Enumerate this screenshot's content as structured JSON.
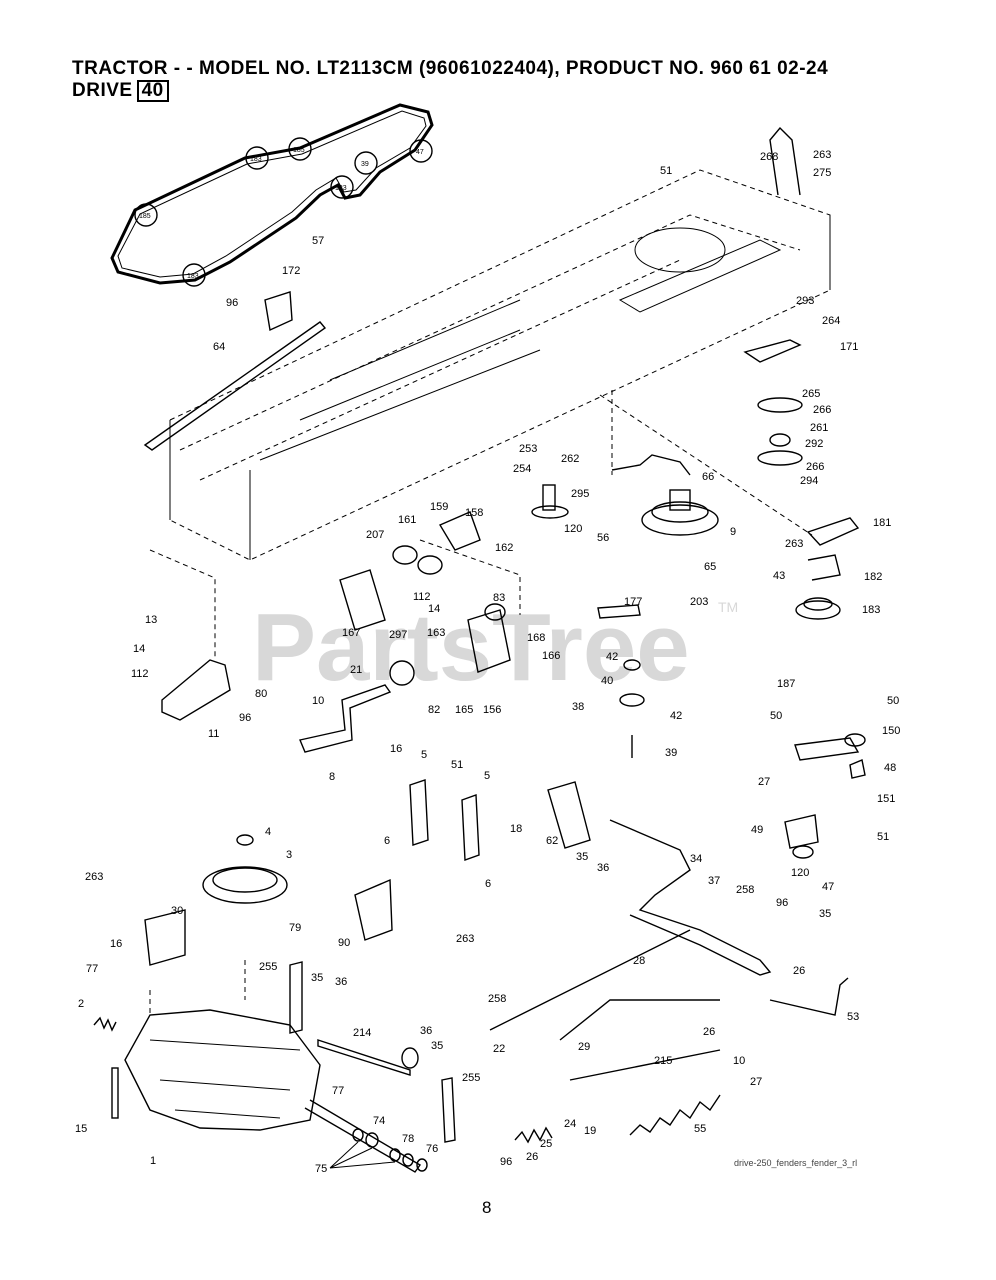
{
  "header": {
    "line1": "TRACTOR - - MODEL NO. LT2113CM  (96061022404), PRODUCT NO. 960 61 02-24",
    "line2_prefix": "DRIVE",
    "line2_box": "40"
  },
  "watermark": {
    "text": "PartsTree",
    "tm": "TM"
  },
  "reference_code": "drive-250_fenders_fender_3_rl",
  "page_number": "8",
  "callouts": [
    {
      "n": "268"
    },
    {
      "n": "263"
    },
    {
      "n": "275"
    },
    {
      "n": "51"
    },
    {
      "n": "57"
    },
    {
      "n": "172"
    },
    {
      "n": "96"
    },
    {
      "n": "64"
    },
    {
      "n": "293"
    },
    {
      "n": "264"
    },
    {
      "n": "171"
    },
    {
      "n": "265"
    },
    {
      "n": "266"
    },
    {
      "n": "261"
    },
    {
      "n": "292"
    },
    {
      "n": "266"
    },
    {
      "n": "294"
    },
    {
      "n": "66"
    },
    {
      "n": "253"
    },
    {
      "n": "254"
    },
    {
      "n": "262"
    },
    {
      "n": "295"
    },
    {
      "n": "120"
    },
    {
      "n": "56"
    },
    {
      "n": "9"
    },
    {
      "n": "181"
    },
    {
      "n": "263"
    },
    {
      "n": "159"
    },
    {
      "n": "158"
    },
    {
      "n": "161"
    },
    {
      "n": "207"
    },
    {
      "n": "162"
    },
    {
      "n": "65"
    },
    {
      "n": "43"
    },
    {
      "n": "182"
    },
    {
      "n": "112"
    },
    {
      "n": "14"
    },
    {
      "n": "83"
    },
    {
      "n": "203"
    },
    {
      "n": "183"
    },
    {
      "n": "177"
    },
    {
      "n": "167"
    },
    {
      "n": "297"
    },
    {
      "n": "163"
    },
    {
      "n": "168"
    },
    {
      "n": "13"
    },
    {
      "n": "14"
    },
    {
      "n": "42"
    },
    {
      "n": "112"
    },
    {
      "n": "21"
    },
    {
      "n": "166"
    },
    {
      "n": "40"
    },
    {
      "n": "80"
    },
    {
      "n": "187"
    },
    {
      "n": "10"
    },
    {
      "n": "82"
    },
    {
      "n": "165"
    },
    {
      "n": "156"
    },
    {
      "n": "38"
    },
    {
      "n": "42"
    },
    {
      "n": "96"
    },
    {
      "n": "11"
    },
    {
      "n": "50"
    },
    {
      "n": "50"
    },
    {
      "n": "150"
    },
    {
      "n": "39"
    },
    {
      "n": "8"
    },
    {
      "n": "16"
    },
    {
      "n": "5"
    },
    {
      "n": "51"
    },
    {
      "n": "5"
    },
    {
      "n": "27"
    },
    {
      "n": "48"
    },
    {
      "n": "18"
    },
    {
      "n": "151"
    },
    {
      "n": "4"
    },
    {
      "n": "6"
    },
    {
      "n": "62"
    },
    {
      "n": "35"
    },
    {
      "n": "36"
    },
    {
      "n": "49"
    },
    {
      "n": "51"
    },
    {
      "n": "3"
    },
    {
      "n": "34"
    },
    {
      "n": "6"
    },
    {
      "n": "120"
    },
    {
      "n": "47"
    },
    {
      "n": "263"
    },
    {
      "n": "37"
    },
    {
      "n": "258"
    },
    {
      "n": "30"
    },
    {
      "n": "96"
    },
    {
      "n": "35"
    },
    {
      "n": "79"
    },
    {
      "n": "16"
    },
    {
      "n": "90"
    },
    {
      "n": "263"
    },
    {
      "n": "28"
    },
    {
      "n": "77"
    },
    {
      "n": "255"
    },
    {
      "n": "35"
    },
    {
      "n": "36"
    },
    {
      "n": "26"
    },
    {
      "n": "2"
    },
    {
      "n": "258"
    },
    {
      "n": "53"
    },
    {
      "n": "214"
    },
    {
      "n": "36"
    },
    {
      "n": "26"
    },
    {
      "n": "29"
    },
    {
      "n": "22"
    },
    {
      "n": "35"
    },
    {
      "n": "10"
    },
    {
      "n": "215"
    },
    {
      "n": "255"
    },
    {
      "n": "27"
    },
    {
      "n": "15"
    },
    {
      "n": "77"
    },
    {
      "n": "74"
    },
    {
      "n": "24"
    },
    {
      "n": "19"
    },
    {
      "n": "55"
    },
    {
      "n": "25"
    },
    {
      "n": "1"
    },
    {
      "n": "78"
    },
    {
      "n": "76"
    },
    {
      "n": "96"
    },
    {
      "n": "26"
    },
    {
      "n": "75"
    }
  ],
  "belt_pulley_labels": [
    "185",
    "183",
    "183",
    "185",
    "39",
    "47",
    "183"
  ]
}
